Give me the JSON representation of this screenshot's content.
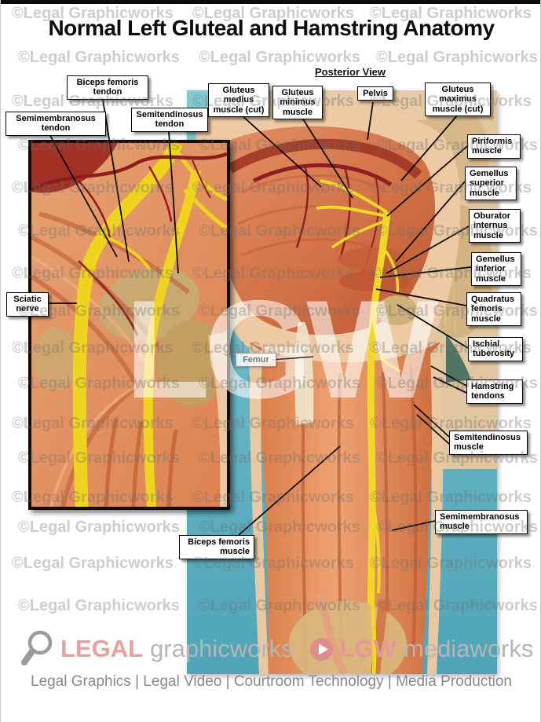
{
  "page": {
    "title": "Normal Left Gluteal and Hamstring Anatomy",
    "view_label": "Posterior View",
    "watermark_text": "©Legal Graphicworks",
    "large_watermark": "LGW"
  },
  "anatomy_labels": {
    "biceps_femoris_tendon": "Biceps femoris\ntendon",
    "semimembranosus_tendon": "Semimembranosus\ntendon",
    "semitendinosus_tendon": "Semitendinosus\ntendon",
    "gluteus_medius_muscle_cut": "Gluteus\nmedius\nmuscle (cut)",
    "gluteus_minimus_muscle": "Gluteus\nminimus\nmuscle",
    "pelvis": "Pelvis",
    "gluteus_maximus_muscle_cut": "Gluteus\nmaximus\nmuscle (cut)",
    "piriformis_muscle": "Piriformis\nmuscle",
    "gemellus_superior_muscle": "Gemellus\nsuperior\nmuscle",
    "oburator_internus_muscle": "Oburator\ninternus\nmuscle",
    "gemellus_inferior_muscle": "Gemellus\ninferior\nmuscle",
    "quadratus_femoris_muscle": "Quadratus\nfemoris\nmuscle",
    "ischial_tuberosity": "Ischial\ntuberosity",
    "hamstring_tendons": "Hamstring\ntendons",
    "semitendinosus_muscle": "Semitendinosus\nmuscle",
    "semimembranosus_muscle": "Semimembranosus\nmuscle",
    "sciatic_nerve": "Sciatic\nnerve",
    "femur": "Femur",
    "biceps_femoris_muscle": "Biceps femoris\nmuscle"
  },
  "footer": {
    "magnifier_icon": "magnifying-glass",
    "brand_graphics_bold": "LEGAL",
    "brand_graphics_rest": "graphicworks",
    "play_icon": "play-button",
    "brand_media_bold": "LGW",
    "brand_media_rest": "mediaworks",
    "services_line": "Legal Graphics | Legal Video | Courtroom Technology | Media Production"
  },
  "colors": {
    "accent_pink": "#e9a0a0",
    "brand_gray": "#b6b6b6",
    "teal_background": "#68b7c6",
    "skin": "#ecc9a2",
    "muscle_orange": "#dd7c4f",
    "artery_red": "#8e1f1f",
    "nerve_yellow": "#f2d826",
    "bone_tan": "#cfae77"
  }
}
